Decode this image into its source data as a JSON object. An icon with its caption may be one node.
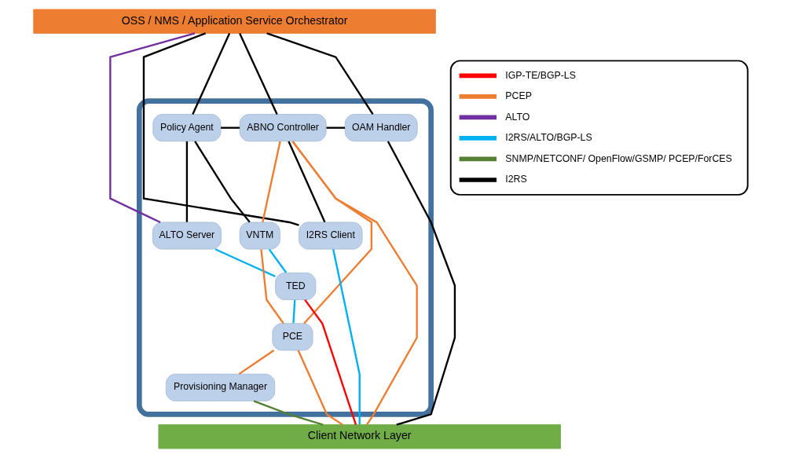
{
  "diagram": {
    "nodes": [
      {
        "text": [
          "OSS / NMS / Application Service Orchestrator"
        ]
      },
      {
        "text": [],
        "shape": "box"
      },
      {
        "text": [
          "Policy Agent"
        ],
        "in": 1
      },
      {
        "text": [
          "ABNO Controller"
        ],
        "in": 1
      },
      {
        "text": [
          "OAM Handler"
        ],
        "in": 1
      },
      {
        "text": [
          "ALTO Server"
        ],
        "in": 1
      },
      {
        "text": [
          "VNTM"
        ],
        "in": 1
      },
      {
        "text": [
          "PCE"
        ],
        "in": 1
      },
      {
        "text": [
          "I2RS Client"
        ],
        "in": 1
      },
      {
        "text": [
          "TED"
        ],
        "in": 1
      },
      {
        "text": [
          "Provisioning Manager"
        ],
        "in": 1
      },
      {
        "text": [
          "Client Network Layer"
        ]
      }
    ],
    "edges": [
      {
        "from": 0,
        "to": 5,
        "arrow": "none",
        "color": "#7030a0"
      },
      {
        "from": 0,
        "to": 2,
        "arrow": "none"
      },
      {
        "from": 0,
        "to": 3,
        "arrow": "none"
      },
      {
        "from": 0,
        "to": 8,
        "arrow": "none"
      },
      {
        "from": 0,
        "to": 4,
        "arrow": "none"
      },
      {
        "from": 2,
        "to": 3,
        "arrow": "none"
      },
      {
        "from": 2,
        "to": 5,
        "arrow": "none"
      },
      {
        "from": 2,
        "to": 6,
        "arrow": "none"
      },
      {
        "from": 3,
        "to": 4,
        "arrow": "none"
      },
      {
        "from": 3,
        "to": 8,
        "arrow": "none"
      },
      {
        "from": 3,
        "to": 6,
        "arrow": "none",
        "color": "#ed7d31"
      },
      {
        "from": 3,
        "to": 7,
        "arrow": "none",
        "color": "#ed7d31"
      },
      {
        "from": 3,
        "to": 11,
        "arrow": "none",
        "color": "#ed7d31"
      },
      {
        "from": 6,
        "to": 7,
        "arrow": "none",
        "color": "#ed7d31"
      },
      {
        "from": 6,
        "to": 9,
        "arrow": "none",
        "color": "#00b0f0"
      },
      {
        "from": 5,
        "to": 9,
        "arrow": "none",
        "color": "#00b0f0"
      },
      {
        "from": 9,
        "to": 7,
        "arrow": "none",
        "color": "#00b0f0"
      },
      {
        "from": 9,
        "to": 11,
        "arrow": "none",
        "color": "#ff0000"
      },
      {
        "from": 7,
        "to": 10,
        "arrow": "none",
        "color": "#ed7d31"
      },
      {
        "from": 7,
        "to": 11,
        "arrow": "none",
        "color": "#ed7d31"
      },
      {
        "from": 10,
        "to": 11,
        "arrow": "none",
        "color": "#548235"
      },
      {
        "from": 8,
        "to": 11,
        "arrow": "none",
        "color": "#00b0f0"
      },
      {
        "from": 4,
        "to": 11,
        "arrow": "none"
      }
    ],
    "legend": [
      {
        "text": "IGP-TE/BGP-LS",
        "color": "#ff0000"
      },
      {
        "text": "PCEP",
        "color": "#ed7d31"
      },
      {
        "text": "ALTO",
        "color": "#7030a0"
      },
      {
        "text": "I2RS/ALTO/BGP-LS",
        "color": "#00b0f0"
      },
      {
        "text": "SNMP/NETCONF/ OpenFlow/GSMP/ PCEP/ForCES",
        "color": "#548235"
      },
      {
        "text": "I2RS",
        "color": "#000000"
      }
    ]
  }
}
